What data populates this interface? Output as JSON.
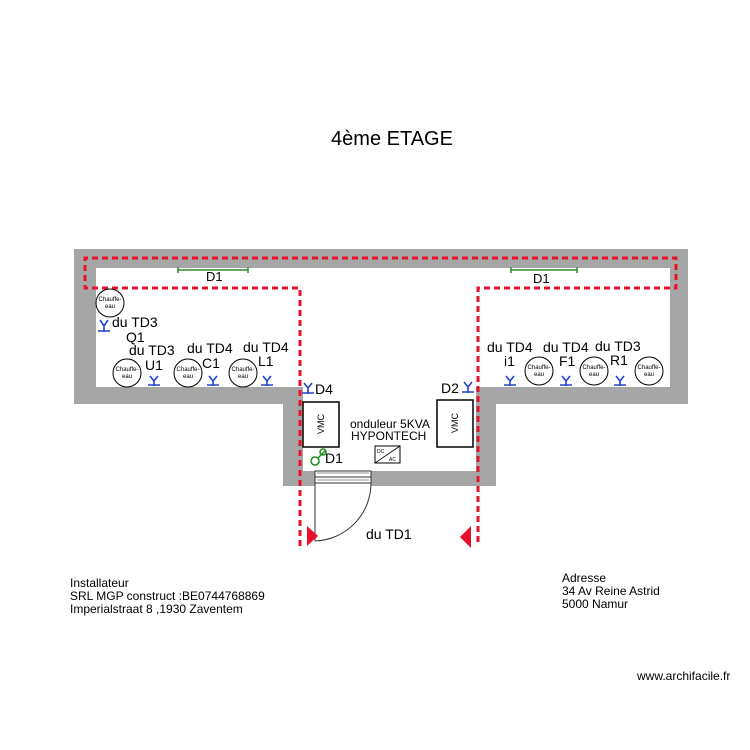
{
  "title": "4ème ETAGE",
  "circuit_labels": {
    "d1_left": "D1",
    "d1_right": "D1",
    "d1_entry": "D1",
    "d2": "D2",
    "d4": "D4",
    "td1": "du TD1"
  },
  "water_heaters": {
    "label_line1": "Chauffe-",
    "label_line2": "eau"
  },
  "left_sockets": [
    {
      "from": "du TD3",
      "id": "Q1"
    },
    {
      "from": "du TD3",
      "id": "U1"
    },
    {
      "from": "du TD4",
      "id": "C1"
    },
    {
      "from": "du TD4",
      "id": "L1"
    }
  ],
  "right_sockets": [
    {
      "from": "du TD4",
      "id": "i1"
    },
    {
      "from": "du TD4",
      "id": "F1"
    },
    {
      "from": "du TD3",
      "id": "R1"
    }
  ],
  "vmc_label": "VMC",
  "inverter": {
    "line1": "onduleur 5KVA",
    "line2": "HYPONTECH",
    "symbol_top": "DC",
    "symbol_bottom": "AC"
  },
  "installer": {
    "line1": "Installateur",
    "line2": "SRL MGP construct :BE0744768869",
    "line3": "Imperialstraat 8 ,1930 Zaventem"
  },
  "address": {
    "line1": "Adresse",
    "line2": "34 Av Reine Astrid",
    "line3": "5000 Namur"
  },
  "watermark": "www.archifacile.fr",
  "colors": {
    "wall": "#a6a6a6",
    "cable": "#e8102a",
    "socket": "#2244cc",
    "light": "#1a8f1a",
    "ceiling_light": "#2e8b2e"
  }
}
